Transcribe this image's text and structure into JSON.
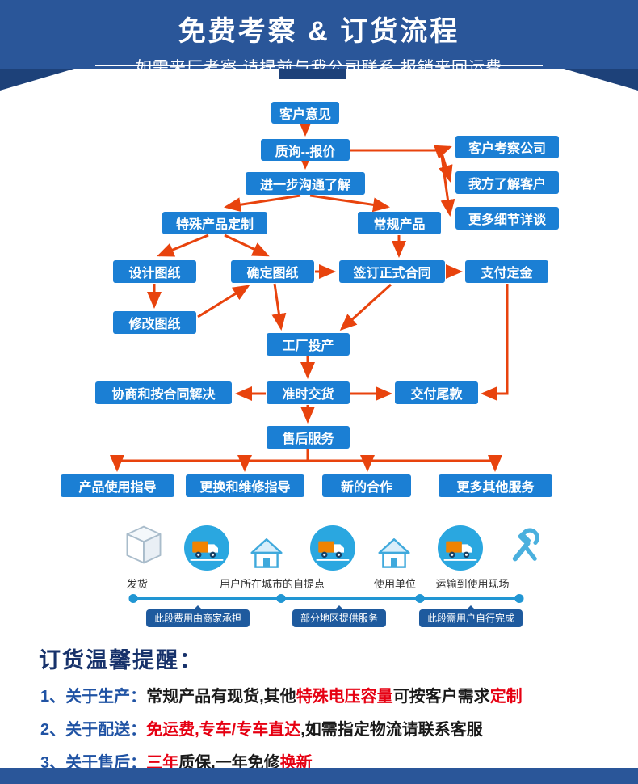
{
  "header": {
    "title": "免费考察 & 订货流程",
    "subtitle": "如需来厂考察,请提前与我公司联系,报销来回运费"
  },
  "flow": {
    "customer_opinion": "客户意见",
    "inquiry_quote": "质询--报价",
    "further_communication": "进一步沟通了解",
    "client_visit_company": "客户考察公司",
    "we_know_client": "我方了解客户",
    "more_details_talk": "更多细节详谈",
    "custom_product": "特殊产品定制",
    "regular_product": "常规产品",
    "design_drawing": "设计图纸",
    "confirm_drawing": "确定图纸",
    "sign_contract": "签订正式合同",
    "pay_deposit": "支付定金",
    "modify_drawing": "修改图纸",
    "factory_production": "工厂投产",
    "negotiate_by_contract": "协商和按合同解决",
    "on_time_delivery": "准时交货",
    "pay_balance": "交付尾款",
    "after_sales": "售后服务",
    "usage_guide": "产品使用指导",
    "repair_guide": "更换和维修指导",
    "new_cooperation": "新的合作",
    "more_services": "更多其他服务"
  },
  "logistics": {
    "icons": [
      "package-icon",
      "delivery-truck-icon",
      "pickup-house-icon",
      "delivery-truck-icon",
      "user-site-house-icon",
      "delivery-truck-icon",
      "tools-icon"
    ],
    "labels": [
      "发货",
      "用户所在城市的自提点",
      "使用单位",
      "运输到使用现场"
    ],
    "tags": [
      "此段费用由商家承担",
      "部分地区提供服务",
      "此段需用户自行完成"
    ]
  },
  "reminder": {
    "title": "订货温馨提醒：",
    "items": [
      {
        "no": "1、",
        "label": "关于生产：",
        "segments": [
          {
            "t": "常规产品有现货,其他"
          },
          {
            "t": "特殊电压容量"
          },
          {
            "t": "可按客户需求"
          },
          {
            "t": "定制"
          }
        ]
      },
      {
        "no": "2、",
        "label": "关于配送：",
        "segments": [
          {
            "t": "免运费,专车/专车直达"
          },
          {
            "t": ",如需指定物流请联系客服"
          }
        ]
      },
      {
        "no": "3、",
        "label": "关于售后：",
        "segments": [
          {
            "t": "三年"
          },
          {
            "t": "质保,一年免修"
          },
          {
            "t": "换新"
          }
        ]
      }
    ]
  },
  "colors": {
    "banner_blue": "#2a5699",
    "banner_fold_dark": "#1d4179",
    "box_blue": "#1b7fd4",
    "arrow_orange": "#e8430d",
    "timeline_blue": "#2196d3",
    "tag_navy": "#1e5a9e",
    "highlight_red": "#e60012",
    "heading_navy": "#17326b"
  }
}
